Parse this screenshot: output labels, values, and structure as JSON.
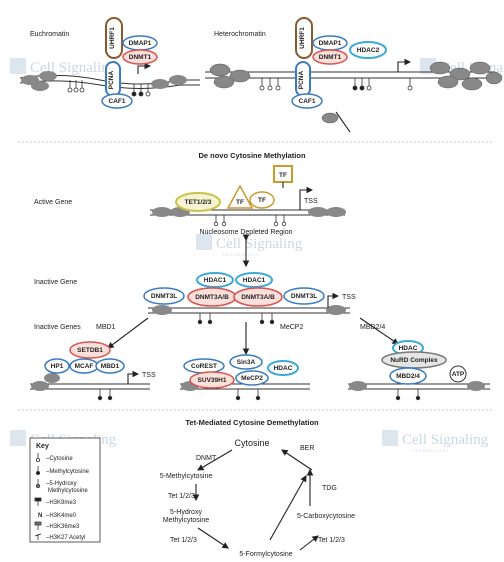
{
  "top": {
    "euchromatin": "Euchromatin",
    "heterochromatin": "Heterochromatin",
    "uhrf1": "UHRF1",
    "dmap1": "DMAP1",
    "dnmt1": "DNMT1",
    "pcna": "PCNA",
    "caf1": "CAF1",
    "hdac2": "HDAC2"
  },
  "denovo": {
    "title": "De novo Cytosine Methylation",
    "active_gene": "Active Gene",
    "tet": "TET1/2/3",
    "tf": "TF",
    "tss": "TSS",
    "ndr": "Nucleosome Depleted Region",
    "inactive_gene": "Inactive Gene",
    "hdac1": "HDAC1",
    "dnmt3l": "DNMT3L",
    "dnmt3ab": "DNMT3A/B",
    "inactive_genes": "Inactive Genes",
    "mbd1": "MBD1",
    "mecp2": "MeCP2",
    "mbd24": "MBD2/4",
    "setdb1": "SETDB1",
    "hp1": "HP1",
    "mcaf": "MCAF",
    "corest": "CoREST",
    "sin3a": "Sin3A",
    "suv39h1": "SUV39H1",
    "hdac": "HDAC",
    "nurd": "NuRD Complex",
    "atp": "ATP"
  },
  "tet": {
    "title": "Tet-Mediated Cytosine Demethylation",
    "cytosine": "Cytosine",
    "dnmt": "DNMT",
    "mc": "5-Methylcytosine",
    "tet_a": "Tet 1/2/3",
    "hmc_1": "5-Hydroxy",
    "hmc_2": "Methylcytosine",
    "tet_b": "Tet 1/2/3",
    "fc": "5-Formylcytosine",
    "tet_c": "Tet 1/2/3",
    "cac": "5-Carboxycytosine",
    "tdg": "TDG",
    "ber": "BER"
  },
  "key": {
    "title": "Key",
    "items": [
      "–Cytosine",
      "–Methylcytosine",
      "–5-Hydroxy",
      "Methylcytosine",
      "–H3K9me3",
      "–H3K4me0",
      "–H3K36me3",
      "–H3K27 Acetyl"
    ]
  },
  "watermark": {
    "brand": "Cell Signaling",
    "sub": "TECHNOLOGY"
  },
  "colors": {
    "uhrf1": "#8a5a2b",
    "dnmt": "#d9534f",
    "pcna": "#3a7bbf",
    "hdac": "#3fa9d6",
    "tet": "#c9c24a",
    "tf": "#c99a2e",
    "grey": "#777777"
  }
}
